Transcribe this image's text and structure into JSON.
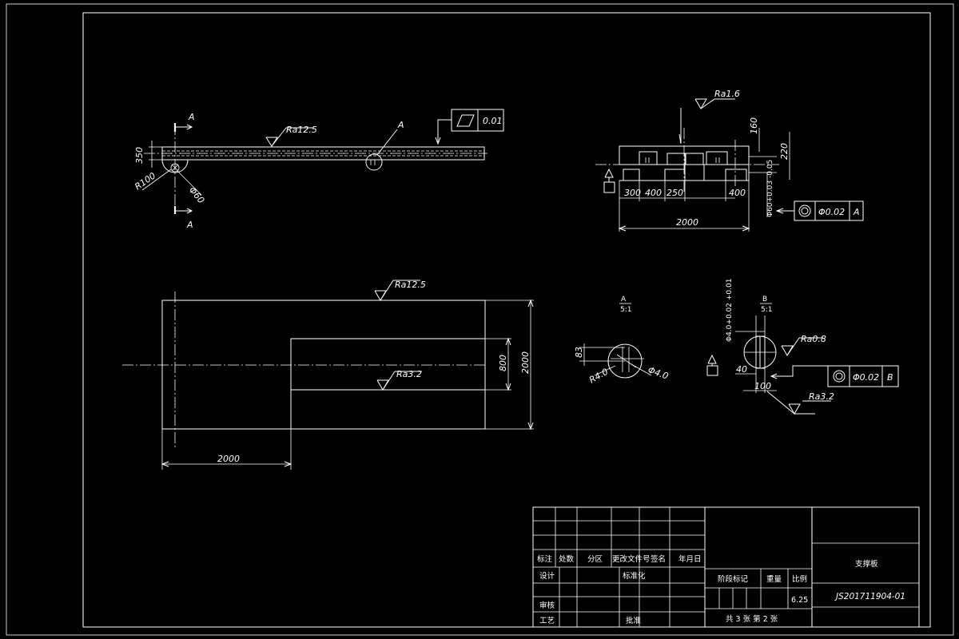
{
  "colors": {
    "background": "#000000",
    "lines": "#ffffff"
  },
  "top_view": {
    "section_mark_top": "A",
    "section_mark_bottom": "A",
    "roughness": "Ra12.5",
    "detail_mark": "A",
    "flatness_tolerance": "0.01",
    "dim_height": "350",
    "dim_r": "R100",
    "dim_dia": "Φ60"
  },
  "side_view": {
    "roughness": "Ra1.6",
    "dim_160": "160",
    "dim_220": "220",
    "dim_300": "300",
    "dim_400a": "400",
    "dim_250": "250",
    "dim_400b": "400",
    "dim_total": "2000",
    "dim_dia": "Φ60+0.03 -0.05",
    "tolerance_value": "Φ0.02",
    "tolerance_datum": "A"
  },
  "main_view": {
    "roughness_top": "Ra12.5",
    "roughness_inner": "Ra3.2",
    "dim_800": "800",
    "dim_2000_v": "2000",
    "dim_2000_h": "2000"
  },
  "detail_a": {
    "label": "A",
    "scale": "5:1",
    "dim_83": "83",
    "dim_r40": "R4.0",
    "dim_dia40": "Φ4.0"
  },
  "detail_b": {
    "label": "B",
    "scale": "5:1",
    "dim_dia_tol": "Φ4.0+0.02 +0.01",
    "roughness_top": "Ra0.8",
    "dim_40": "40",
    "dim_100": "100",
    "tolerance_value": "Φ0.02",
    "tolerance_datum": "B",
    "roughness_bottom": "Ra3.2"
  },
  "title_block": {
    "headers": [
      "标注",
      "处数",
      "分区",
      "更改文件号",
      "签名",
      "年月日"
    ],
    "design_label": "设计",
    "standardize_label": "标准化",
    "check_label": "审核",
    "process_label": "工艺",
    "approve_label": "批准",
    "stage_mark_label": "阶段标记",
    "weight_label": "重量",
    "scale_label": "比例",
    "scale_value": "6.25",
    "sheet_info": "共 3 张  第 2 张",
    "part_name": "支撑板",
    "drawing_number": "JS201711904-01"
  }
}
